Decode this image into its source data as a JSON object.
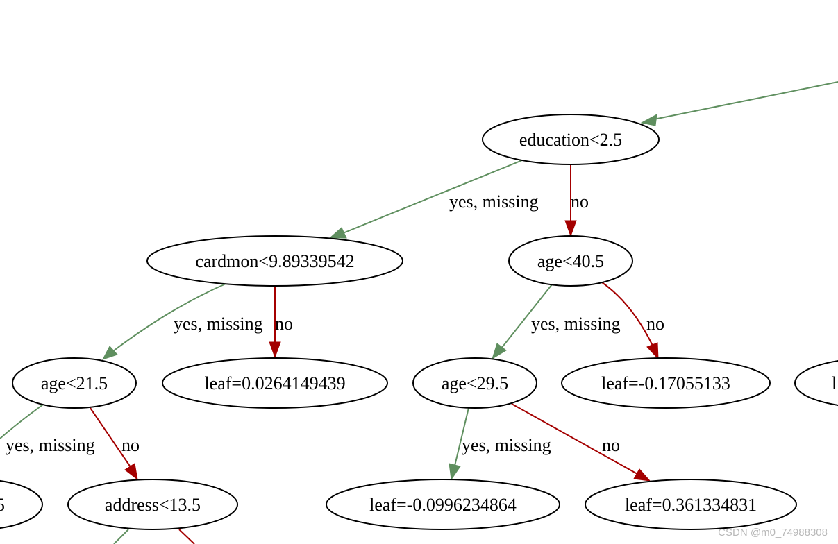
{
  "colors": {
    "yes_edge": "#5f8f5f",
    "no_edge": "#a40000"
  },
  "nodes": {
    "root": "education<2.5",
    "n1": "cardmon<9.89339542",
    "n2": "age<40.5",
    "n3": "age<21.5",
    "n4": "leaf=0.0264149439",
    "n5": "age<29.5",
    "n6": "leaf=-0.17055133",
    "n7": "address<13.5",
    "n8": "leaf=-0.0996234864",
    "n9": "leaf=0.361334831",
    "left_partial": "5",
    "right_partial": "l"
  },
  "edges": {
    "root_yes": "yes, missing",
    "root_no": "no",
    "n1_yes": "yes, missing",
    "n1_no": "no",
    "n2_yes": "yes, missing",
    "n2_no": "no",
    "n3_yes": "yes, missing",
    "n3_no": "no",
    "n5_yes": "yes, missing",
    "n5_no": "no"
  },
  "watermark": "CSDN @m0_74988308"
}
